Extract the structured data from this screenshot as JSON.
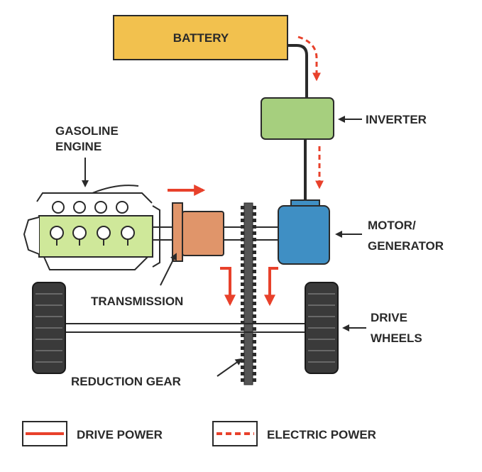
{
  "labels": {
    "battery": "BATTERY",
    "inverter": "INVERTER",
    "engine_line1": "GASOLINE",
    "engine_line2": "ENGINE",
    "motor_line1": "MOTOR/",
    "motor_line2": "GENERATOR",
    "transmission": "TRANSMISSION",
    "wheels_line1": "DRIVE",
    "wheels_line2": "WHEELS",
    "reduction_gear": "REDUCTION GEAR"
  },
  "legend": {
    "drive_power": "DRIVE POWER",
    "electric_power": "ELECTRIC POWER"
  },
  "colors": {
    "battery_fill": "#f2c14e",
    "inverter_fill": "#a6cf7e",
    "engine_fill": "#cfe89a",
    "transmission_fill": "#e0956a",
    "motor_fill": "#3f8fc4",
    "power_arrow": "#e8412b",
    "outline": "#2a2a2a"
  }
}
